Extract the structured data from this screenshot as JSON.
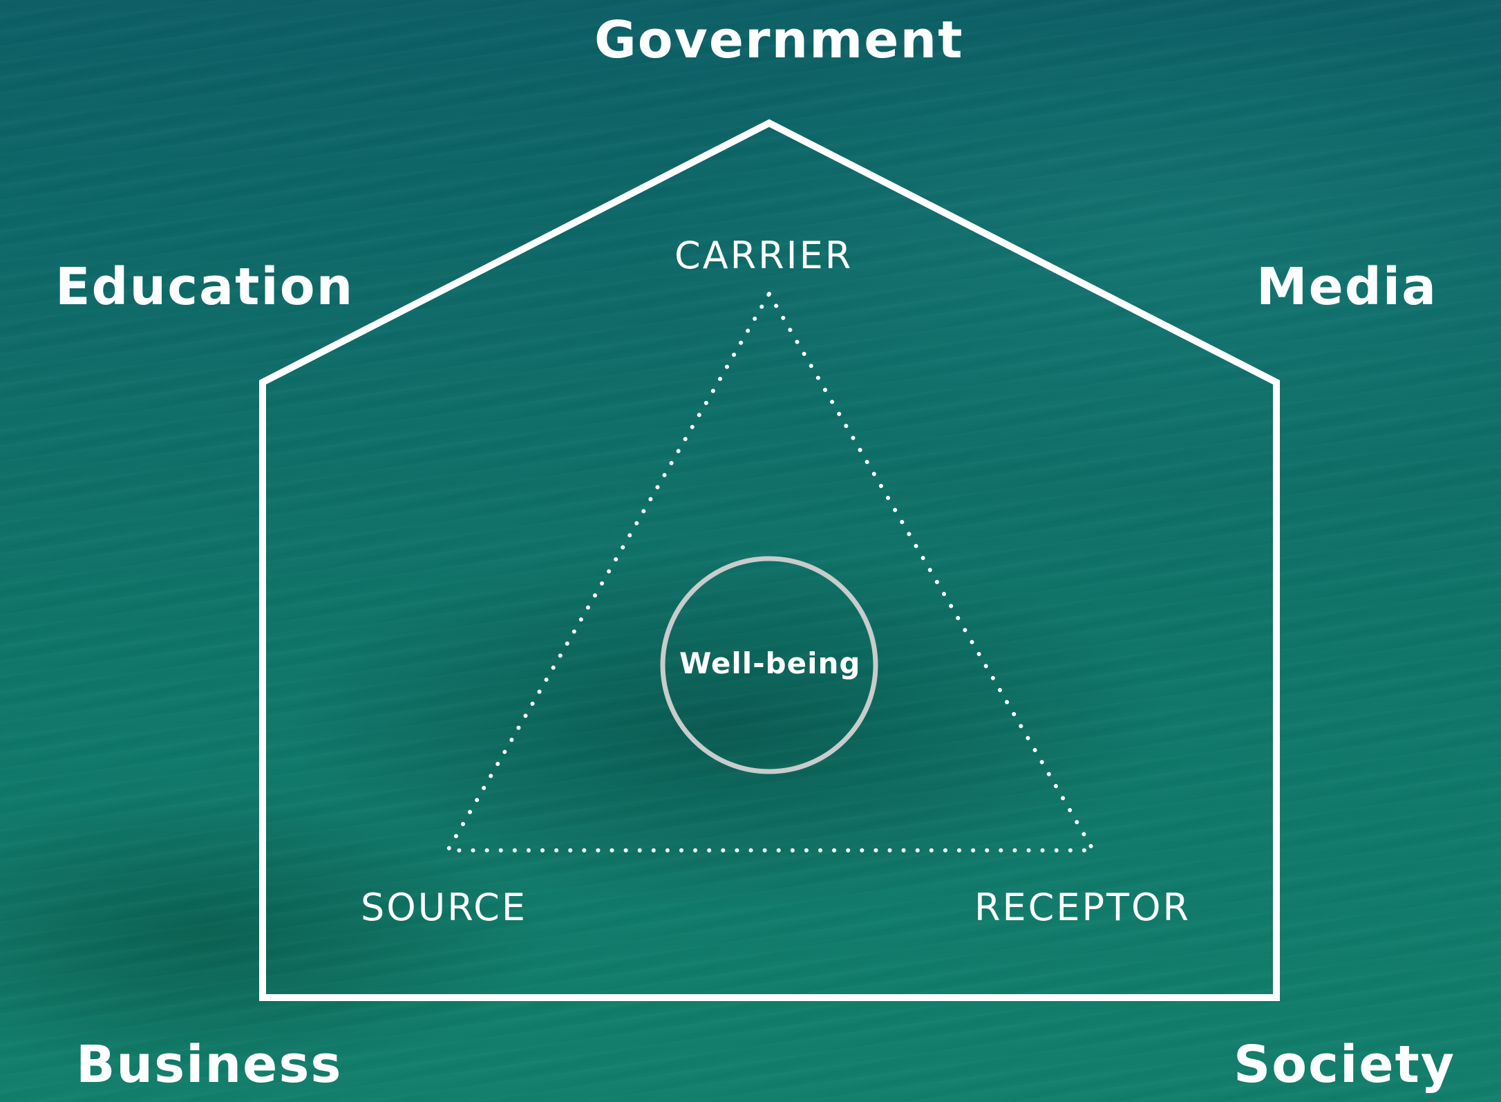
{
  "outer_labels": {
    "top": "Government",
    "upper_left": "Education",
    "upper_right": "Media",
    "lower_left": "Business",
    "lower_right": "Society"
  },
  "triangle_labels": {
    "top": "CARRIER",
    "bottom_left": "SOURCE",
    "bottom_right": "RECEPTOR"
  },
  "center_label": "Well-being",
  "colors": {
    "line": "#ffffff",
    "circle": "#c8cccc",
    "background": "#0f6e69"
  }
}
